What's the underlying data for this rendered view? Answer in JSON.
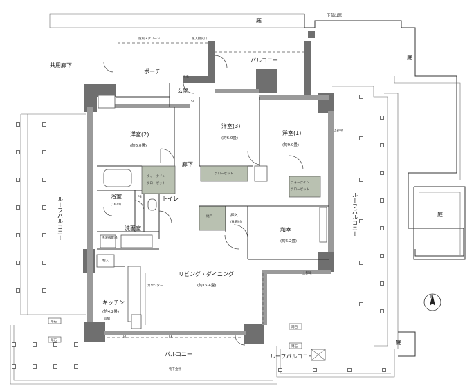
{
  "rooms": {
    "niwa_top": "庭",
    "kabu_deshiri": "下部出窓",
    "niwa_right_top": "庭",
    "niwa_right_mid": "庭",
    "niwa_right_bottom": "庭",
    "kyoyo_roka": "共用廊下",
    "porch": "ポーチ",
    "balcony_top": "バルコニー",
    "mb": "MB",
    "genkan": "玄関",
    "yoshitsu2": "洋室(2)",
    "yoshitsu2_size": "(約6.0畳)",
    "yoshitsu3": "洋室(3)",
    "yoshitsu3_size": "(約6.0畳)",
    "yoshitsu1": "洋室(1)",
    "yoshitsu1_size": "(約9.0畳)",
    "roka": "廊下",
    "closet": "クローゼット",
    "walkin1": "ウォークイン",
    "walkin1b": "クローゼット",
    "walkin2": "ウォークイン",
    "walkin2b": "クローゼット",
    "yokushitsu": "浴室",
    "yokushitsu_size": "(1620)",
    "ps": "PS",
    "toilet": "トイレ",
    "senmenshitsu": "洗面室",
    "oshiire": "押入",
    "oshiire_sub": "(枕棚付)",
    "nando": "納戸",
    "washitsu": "和室",
    "washitsu_size": "(約6.2畳)",
    "roof_balcony_left": "ルーフバルコニー",
    "roof_balcony_right": "ルーフバルコニー",
    "roof_balcony_bottom": "ルーフバルコニー",
    "living": "リビング・ダイニング",
    "living_size": "(約15.4畳)",
    "kitchen": "キッチン",
    "kitchen_size": "(約4.2畳)",
    "balcony_bottom": "バルコニー",
    "counter": "カウンター",
    "washing": "洗濯機置場",
    "noun_in": "物入",
    "monohoshi": "物干金物",
    "ami_screen": "防風スクリーン",
    "hanbetsu": "植入換気口",
    "kaiten": "段差",
    "sl": "SL",
    "fk": "FK",
    "pc": "PC",
    "storage_small": "収納"
  },
  "tags": {
    "step_stone": "踏石",
    "uesen": "上部梁"
  },
  "compass": {
    "north_label": "N"
  }
}
